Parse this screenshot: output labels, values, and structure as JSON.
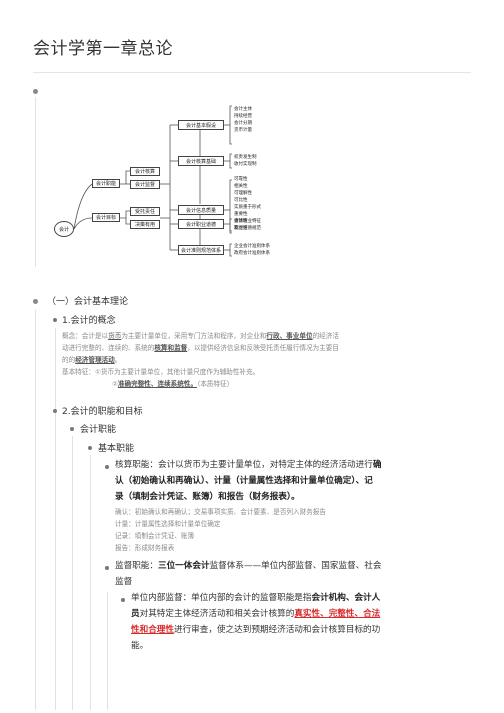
{
  "title": "会计学第一章总论",
  "mindmap": {
    "root": "会计",
    "left": [
      {
        "label": "会计职能",
        "children": [
          "会计核算",
          "会计监督"
        ]
      },
      {
        "label": "会计目标",
        "children": [
          "受托责任",
          "决策有用"
        ]
      }
    ],
    "right": [
      {
        "label": "会计基本假设",
        "leaves": [
          "会计主体",
          "持续经营",
          "会计分期",
          "货币计量"
        ]
      },
      {
        "label": "会计核算基础",
        "leaves": [
          "权责发生制",
          "收付实现制"
        ]
      },
      {
        "label": "会计信息质量",
        "leaves": [
          "可靠性",
          "相关性",
          "可理解性",
          "可比性",
          "实质重于形式",
          "重要性",
          "谨慎性",
          "及时性"
        ]
      },
      {
        "label": "会计职业道德",
        "leaves": [
          "会计职业特征",
          "职业道德规范"
        ]
      },
      {
        "label": "会计准则规范体系",
        "leaves": [
          "企业会计准则体系",
          "政府会计准则体系"
        ]
      }
    ]
  },
  "section1": "（一）会计基本理论",
  "concept": {
    "heading": "1.会计的概念",
    "line1_a": "概念：会计是以",
    "line1_b": "货币",
    "line1_c": "为主要计量单位，采用专门方法和程序，对企业和",
    "line1_d": "行政、事业单位",
    "line1_e": "的经济活",
    "line2_a": "动进行完整的、连续的、系统的",
    "line2_b": "核算和监督",
    "line2_c": "，以提供经济信息和反映受托责任履行情况为主要目",
    "line3_a": "的的",
    "line3_b": "经济管理活动",
    "line3_c": "。",
    "line4": "基本特征：①货币为主要计量单位，其他计量尺度作为辅助性补充。",
    "line5_a": "②",
    "line5_b": "准确完整性、连续系统性。",
    "line5_c": "（本质特征）"
  },
  "functions": {
    "heading": "2.会计的职能和目标",
    "sub": "会计职能",
    "sub2": "基本职能",
    "accounting": {
      "line1_a": "核算职能：会计以货币为主要计量单位，对特定主体的经济活动进行",
      "line1_b": "确",
      "line2": "认（初始确认和再确认）、计量（计量属性选择和计量单位确定）、记",
      "line3": "录（填制会计凭证、账簿）和报告（财务报表）。",
      "notes": [
        "确认：初始确认和再确认；交易事项实质、会计要素、是否列入财务报告",
        "计量：计量属性选择和计量单位确定",
        "记录：填制会计凭证、账簿",
        "报告：形成财务报表"
      ]
    },
    "supervision": {
      "line1_a": "监督职能：",
      "line1_b": "三位一体会计",
      "line1_c": "监督体系——单位内部监督、国家监督、社会",
      "line2": "监督",
      "internal_line1_a": "单位内部监督：单位内部的会计的监督职能是指",
      "internal_line1_b": "会计机构、会计人",
      "internal_line2_a": "员",
      "internal_line2_b": "对其特定主体经济活动和相关会计核算的",
      "internal_line2_c": "真实性、完整性、合法",
      "internal_line3_a": "性和合理性",
      "internal_line3_b": "进行审查，使之达到预期经济活动和会计核算目标的功",
      "internal_line4": "能。"
    }
  }
}
